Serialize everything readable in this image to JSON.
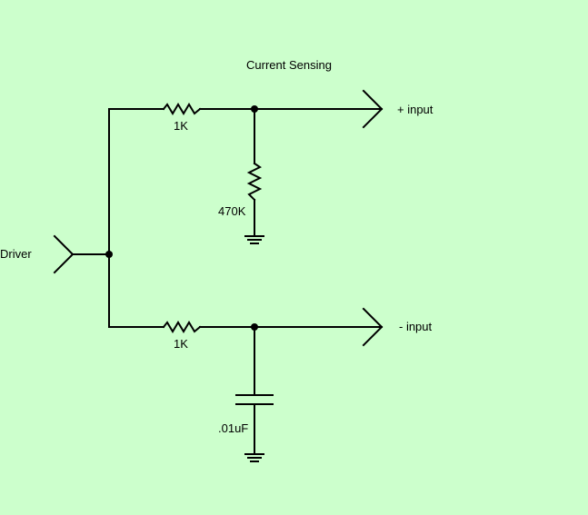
{
  "diagram": {
    "title": "Current Sensing",
    "labels": {
      "driver": "Driver",
      "plus_input": "+ input",
      "minus_input": "- input",
      "r_top": "1K",
      "r_bottom": "1K",
      "r_shunt": "470K",
      "cap": ".01uF"
    },
    "colors": {
      "background": "#ccffcc",
      "wire": "#000000"
    }
  }
}
